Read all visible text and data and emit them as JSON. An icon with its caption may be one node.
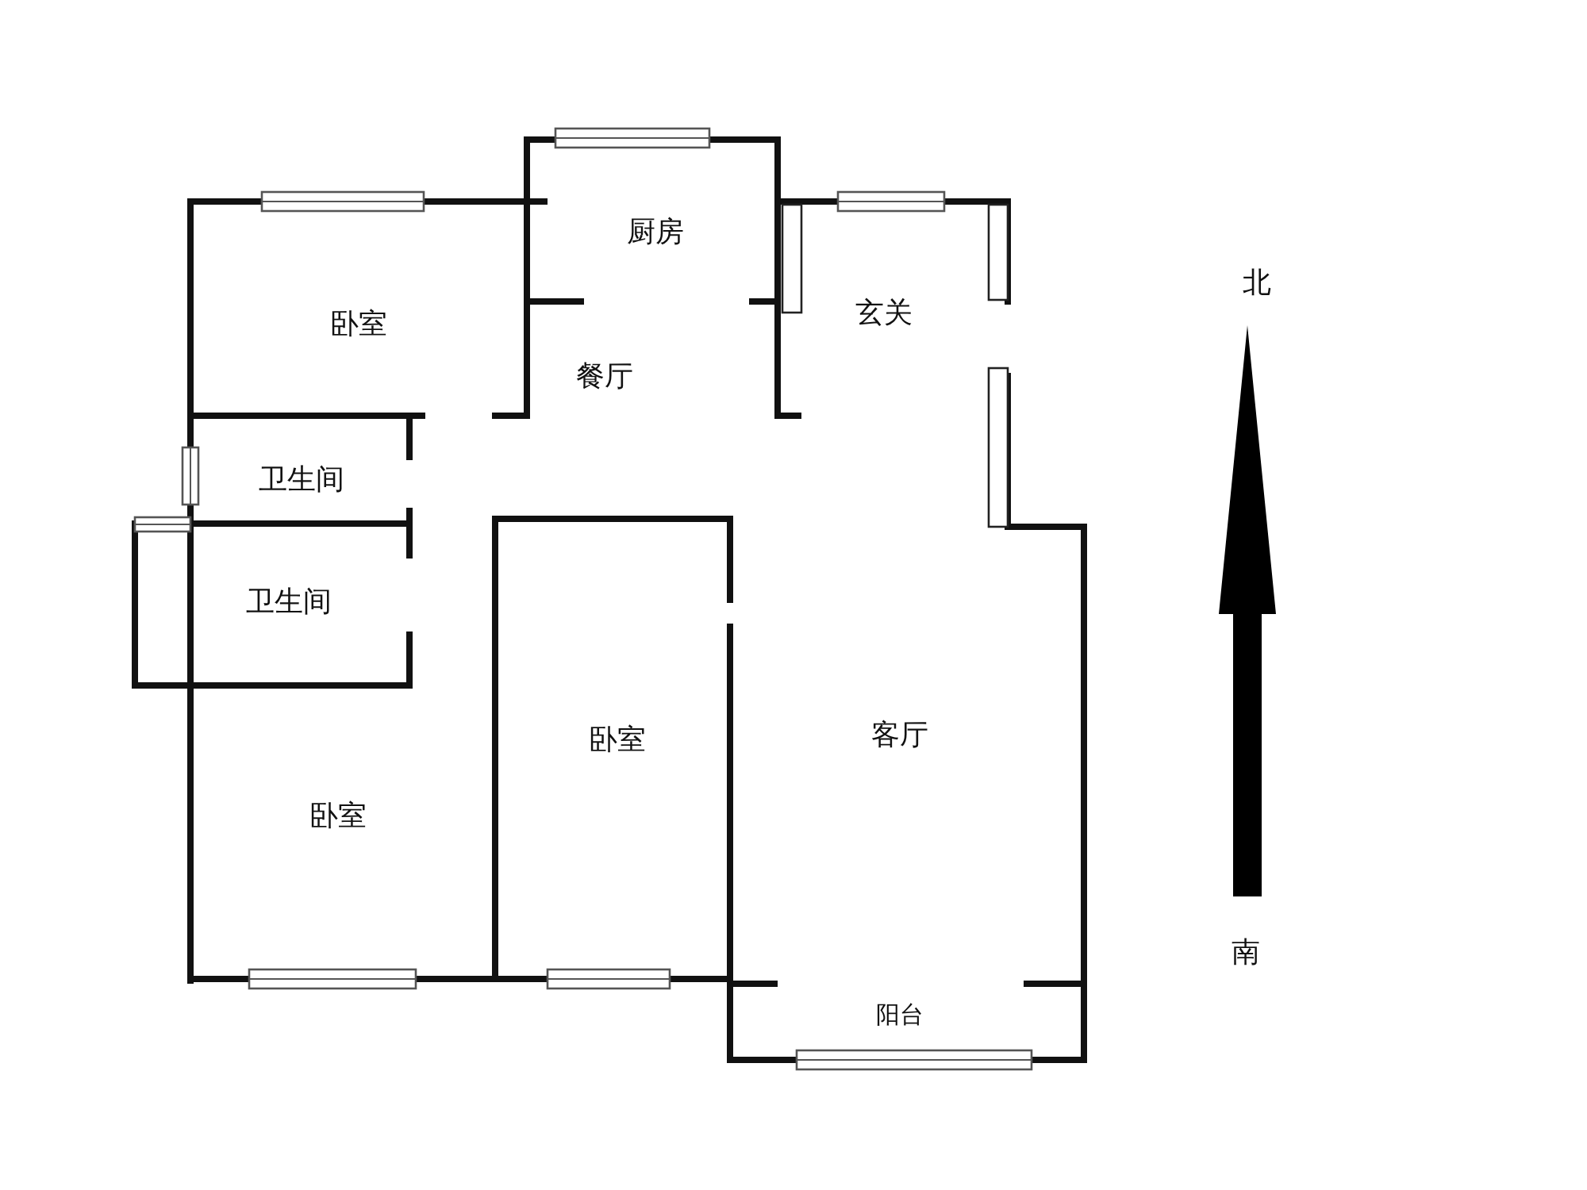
{
  "diagram": {
    "labels": [
      "厨房",
      "北",
      "玄关",
      "卧室",
      "餐厅",
      "卫生间",
      "卫生间",
      "客厅",
      "卧室",
      "卧室",
      "南",
      "阳台"
    ]
  }
}
